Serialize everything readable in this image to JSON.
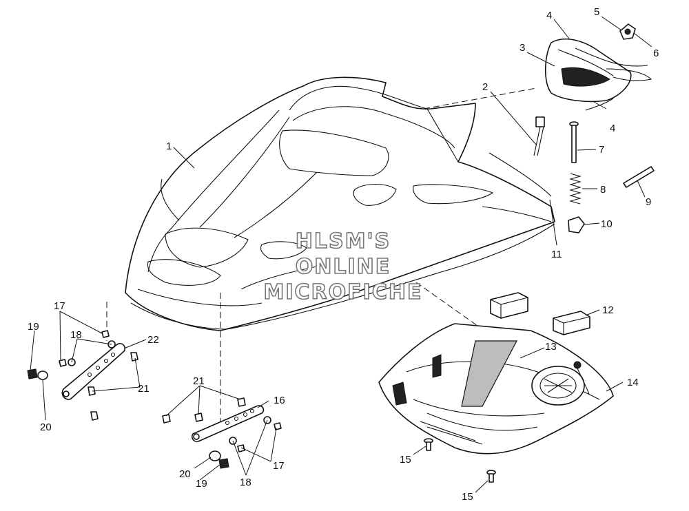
{
  "watermark": {
    "line1": "HLSM'S",
    "line2": "ONLINE",
    "line3": "MICROFICHE"
  },
  "callouts": {
    "c1": "1",
    "c2": "2",
    "c3": "3",
    "c4a": "4",
    "c4b": "4",
    "c5": "5",
    "c6": "6",
    "c7": "7",
    "c8": "8",
    "c9": "9",
    "c10": "10",
    "c11": "11",
    "c12": "12",
    "c13": "13",
    "c14": "14",
    "c15a": "15",
    "c15b": "15",
    "c16": "16",
    "c17a": "17",
    "c17b": "17",
    "c18a": "18",
    "c18b": "18",
    "c19a": "19",
    "c19b": "19",
    "c20a": "20",
    "c20b": "20",
    "c21a": "21",
    "c21b": "21",
    "c22": "22"
  }
}
